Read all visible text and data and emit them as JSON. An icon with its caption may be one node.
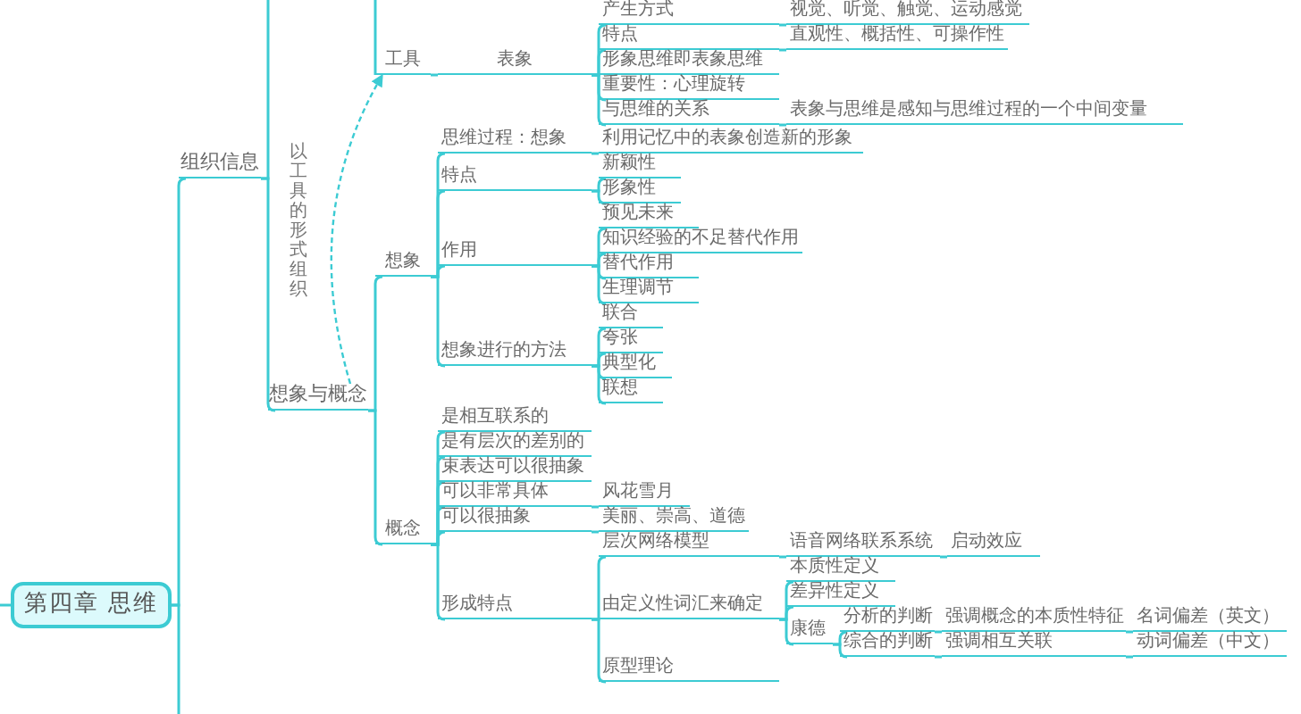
{
  "diagram": {
    "nodes": [
      {
        "text": [
          "第四章 思维"
        ]
      },
      {
        "text": [
          "组织信息"
        ]
      },
      {
        "text": [
          "想象与概念"
        ]
      },
      {
        "text": [
          "工具"
        ]
      },
      {
        "text": [
          "表象"
        ]
      },
      {
        "text": [
          "产生方式"
        ]
      },
      {
        "text": [
          "视觉、听觉、触觉、运动感觉"
        ]
      },
      {
        "text": [
          "特点"
        ]
      },
      {
        "text": [
          "直观性、概括性、可操作性"
        ]
      },
      {
        "text": [
          "形象思维即表象思维"
        ]
      },
      {
        "text": [
          "重要性：心理旋转"
        ]
      },
      {
        "text": [
          "与思维的关系"
        ]
      },
      {
        "text": [
          "表象与思维是感知与思维过程的一个中间变量"
        ]
      },
      {
        "text": [
          "想象"
        ]
      },
      {
        "text": [
          "思维过程：想象"
        ]
      },
      {
        "text": [
          "利用记忆中的表象创造新的形象"
        ]
      },
      {
        "text": [
          "特点"
        ]
      },
      {
        "text": [
          "新颖性"
        ]
      },
      {
        "text": [
          "形象性"
        ]
      },
      {
        "text": [
          "作用"
        ]
      },
      {
        "text": [
          "预见未来"
        ]
      },
      {
        "text": [
          "知识经验的不足替代作用"
        ]
      },
      {
        "text": [
          "替代作用"
        ]
      },
      {
        "text": [
          "生理调节"
        ]
      },
      {
        "text": [
          "想象进行的方法"
        ]
      },
      {
        "text": [
          "联合"
        ]
      },
      {
        "text": [
          "夸张"
        ]
      },
      {
        "text": [
          "典型化"
        ]
      },
      {
        "text": [
          "联想"
        ]
      },
      {
        "text": [
          "概念"
        ]
      },
      {
        "text": [
          "是相互联系的"
        ]
      },
      {
        "text": [
          "是有层次的差别的"
        ]
      },
      {
        "text": [
          "束表达可以很抽象"
        ]
      },
      {
        "text": [
          "可以非常具体"
        ]
      },
      {
        "text": [
          "风花雪月"
        ]
      },
      {
        "text": [
          "可以很抽象"
        ]
      },
      {
        "text": [
          "美丽、崇高、道德"
        ]
      },
      {
        "text": [
          "形成特点"
        ]
      },
      {
        "text": [
          "层次网络模型"
        ]
      },
      {
        "text": [
          "语音网络联系系统"
        ]
      },
      {
        "text": [
          "启动效应"
        ]
      },
      {
        "text": [
          "由定义性词汇来确定"
        ]
      },
      {
        "text": [
          "本质性定义"
        ]
      },
      {
        "text": [
          "差异性定义"
        ]
      },
      {
        "text": [
          "康德"
        ]
      },
      {
        "text": [
          "分析的判断"
        ]
      },
      {
        "text": [
          "强调概念的本质性特征"
        ]
      },
      {
        "text": [
          "名词偏差（英文）"
        ]
      },
      {
        "text": [
          "综合的判断"
        ]
      },
      {
        "text": [
          "强调相互关联"
        ]
      },
      {
        "text": [
          "动词偏差（中文）"
        ]
      },
      {
        "text": [
          "原型理论"
        ]
      }
    ],
    "edges": [
      {
        "from": null,
        "to": 0,
        "arrow": "none"
      },
      {
        "from": 0,
        "to": null,
        "arrow": "none"
      },
      {
        "from": 0,
        "to": 1,
        "arrow": "none"
      },
      {
        "from": 1,
        "to": null,
        "arrow": "none"
      },
      {
        "from": 1,
        "to": 2,
        "arrow": "none"
      },
      {
        "from": null,
        "to": 3,
        "arrow": "none"
      },
      {
        "from": 3,
        "to": 4,
        "arrow": "none"
      },
      {
        "from": 4,
        "to": 5,
        "arrow": "none"
      },
      {
        "from": 5,
        "to": 6,
        "arrow": "none"
      },
      {
        "from": 4,
        "to": 7,
        "arrow": "none"
      },
      {
        "from": 7,
        "to": 8,
        "arrow": "none"
      },
      {
        "from": 4,
        "to": 9,
        "arrow": "none"
      },
      {
        "from": 4,
        "to": 10,
        "arrow": "none"
      },
      {
        "from": 4,
        "to": 11,
        "arrow": "none"
      },
      {
        "from": 11,
        "to": 12,
        "arrow": "none"
      },
      {
        "from": 2,
        "to": 13,
        "arrow": "none"
      },
      {
        "from": 13,
        "to": 14,
        "arrow": "none"
      },
      {
        "from": 14,
        "to": 15,
        "arrow": "none"
      },
      {
        "from": 13,
        "to": 16,
        "arrow": "none"
      },
      {
        "from": 16,
        "to": 17,
        "arrow": "none"
      },
      {
        "from": 16,
        "to": 18,
        "arrow": "none"
      },
      {
        "from": 13,
        "to": 19,
        "arrow": "none"
      },
      {
        "from": 19,
        "to": 20,
        "arrow": "none"
      },
      {
        "from": 19,
        "to": 21,
        "arrow": "none"
      },
      {
        "from": 19,
        "to": 22,
        "arrow": "none"
      },
      {
        "from": 19,
        "to": 23,
        "arrow": "none"
      },
      {
        "from": 13,
        "to": 24,
        "arrow": "none"
      },
      {
        "from": 24,
        "to": 25,
        "arrow": "none"
      },
      {
        "from": 24,
        "to": 26,
        "arrow": "none"
      },
      {
        "from": 24,
        "to": 27,
        "arrow": "none"
      },
      {
        "from": 24,
        "to": 28,
        "arrow": "none"
      },
      {
        "from": 2,
        "to": 29,
        "arrow": "none"
      },
      {
        "from": 29,
        "to": 30,
        "arrow": "none"
      },
      {
        "from": 29,
        "to": 31,
        "arrow": "none"
      },
      {
        "from": 29,
        "to": 32,
        "arrow": "none"
      },
      {
        "from": 29,
        "to": 33,
        "arrow": "none"
      },
      {
        "from": 33,
        "to": 34,
        "arrow": "none"
      },
      {
        "from": 29,
        "to": 35,
        "arrow": "none"
      },
      {
        "from": 35,
        "to": 36,
        "arrow": "none"
      },
      {
        "from": 29,
        "to": 37,
        "arrow": "none"
      },
      {
        "from": 37,
        "to": 38,
        "arrow": "none"
      },
      {
        "from": 38,
        "to": 39,
        "arrow": "none"
      },
      {
        "from": 39,
        "to": 40,
        "arrow": "none"
      },
      {
        "from": 37,
        "to": 41,
        "arrow": "none"
      },
      {
        "from": 41,
        "to": 42,
        "arrow": "none"
      },
      {
        "from": 41,
        "to": 43,
        "arrow": "none"
      },
      {
        "from": 41,
        "to": 44,
        "arrow": "none"
      },
      {
        "from": 44,
        "to": 45,
        "arrow": "none"
      },
      {
        "from": 45,
        "to": 46,
        "arrow": "none"
      },
      {
        "from": 46,
        "to": 47,
        "arrow": "none"
      },
      {
        "from": 44,
        "to": 48,
        "arrow": "none"
      },
      {
        "from": 48,
        "to": 49,
        "arrow": "none"
      },
      {
        "from": 49,
        "to": 50,
        "arrow": "none"
      },
      {
        "from": 37,
        "to": 51,
        "arrow": "none"
      },
      {
        "from": 2,
        "to": 3,
        "arrow": "to",
        "style": "dashed",
        "label": "以工具的形式组织"
      }
    ]
  }
}
